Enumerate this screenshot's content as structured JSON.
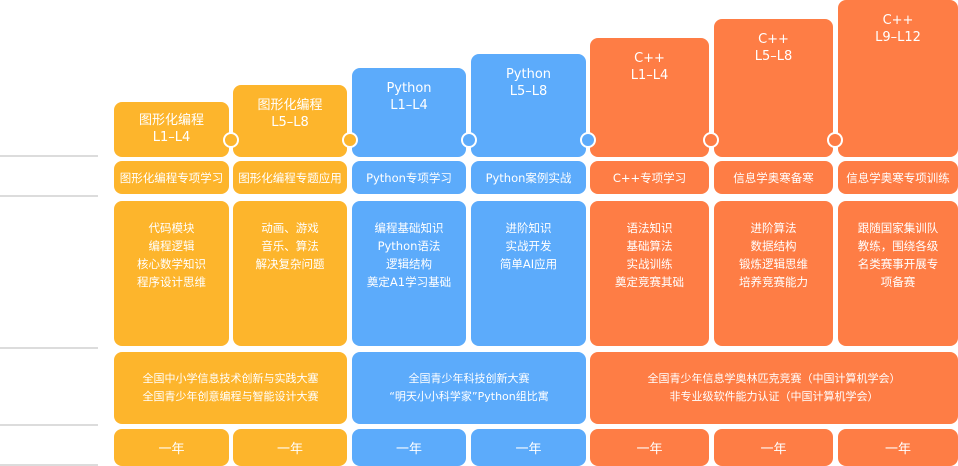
{
  "colors": {
    "graphical": "#fdb52c",
    "python": "#5cabfb",
    "cpp": "#fe7d45"
  },
  "levels": [
    {
      "course": "图形化编程",
      "range": "L1–L4",
      "topic": "图形化编程专项学习",
      "content": [
        "代码模块",
        "编程逻辑",
        "核心数学知识",
        "程序设计思维"
      ],
      "duration": "一年"
    },
    {
      "course": "图形化编程",
      "range": "L5–L8",
      "topic": "图形化编程专题应用",
      "content": [
        "动画、游戏",
        "音乐、算法",
        "解决复杂问题"
      ],
      "duration": "一年"
    },
    {
      "course": "Python",
      "range": "L1–L4",
      "topic": "Python专项学习",
      "content": [
        "编程基础知识",
        "Python语法",
        "逻辑结构",
        "奠定A1学习基础"
      ],
      "duration": "一年"
    },
    {
      "course": "Python",
      "range": "L5–L8",
      "topic": "Python案例实战",
      "content": [
        "进阶知识",
        "实战开发",
        "简单AI应用"
      ],
      "duration": "一年"
    },
    {
      "course": "C++",
      "range": "L1–L4",
      "topic": "C++专项学习",
      "content": [
        "语法知识",
        "基础算法",
        "实战训练",
        "奠定竞赛其础"
      ],
      "duration": "一年"
    },
    {
      "course": "C++",
      "range": "L5–L8",
      "topic": "信息学奥寒备寒",
      "content": [
        "进阶算法",
        "数据结构",
        "锻炼逻辑思维",
        "培养竞赛能力"
      ],
      "duration": "一年"
    },
    {
      "course": "C++",
      "range": "L9–L12",
      "topic": "信息学奥寒专项训练",
      "content": [
        "跟随国家集训队",
        "教练，围绕各级",
        "名类赛事开展专",
        "项备赛"
      ],
      "duration": "一年"
    }
  ],
  "competitions": [
    {
      "lines": [
        "全国中小学信息技术创新与实践大塞",
        "全国青少年创意编程与智能设计大赛"
      ]
    },
    {
      "lines": [
        "全国青少年科技创新大赛",
        "“明天小小科学家”Python组比寓"
      ]
    },
    {
      "lines": [
        "全国青少年信息学奥林匹克竞赛（中国计算机学会）",
        "非专业级软件能力认证（中国计算机学会）"
      ]
    }
  ]
}
